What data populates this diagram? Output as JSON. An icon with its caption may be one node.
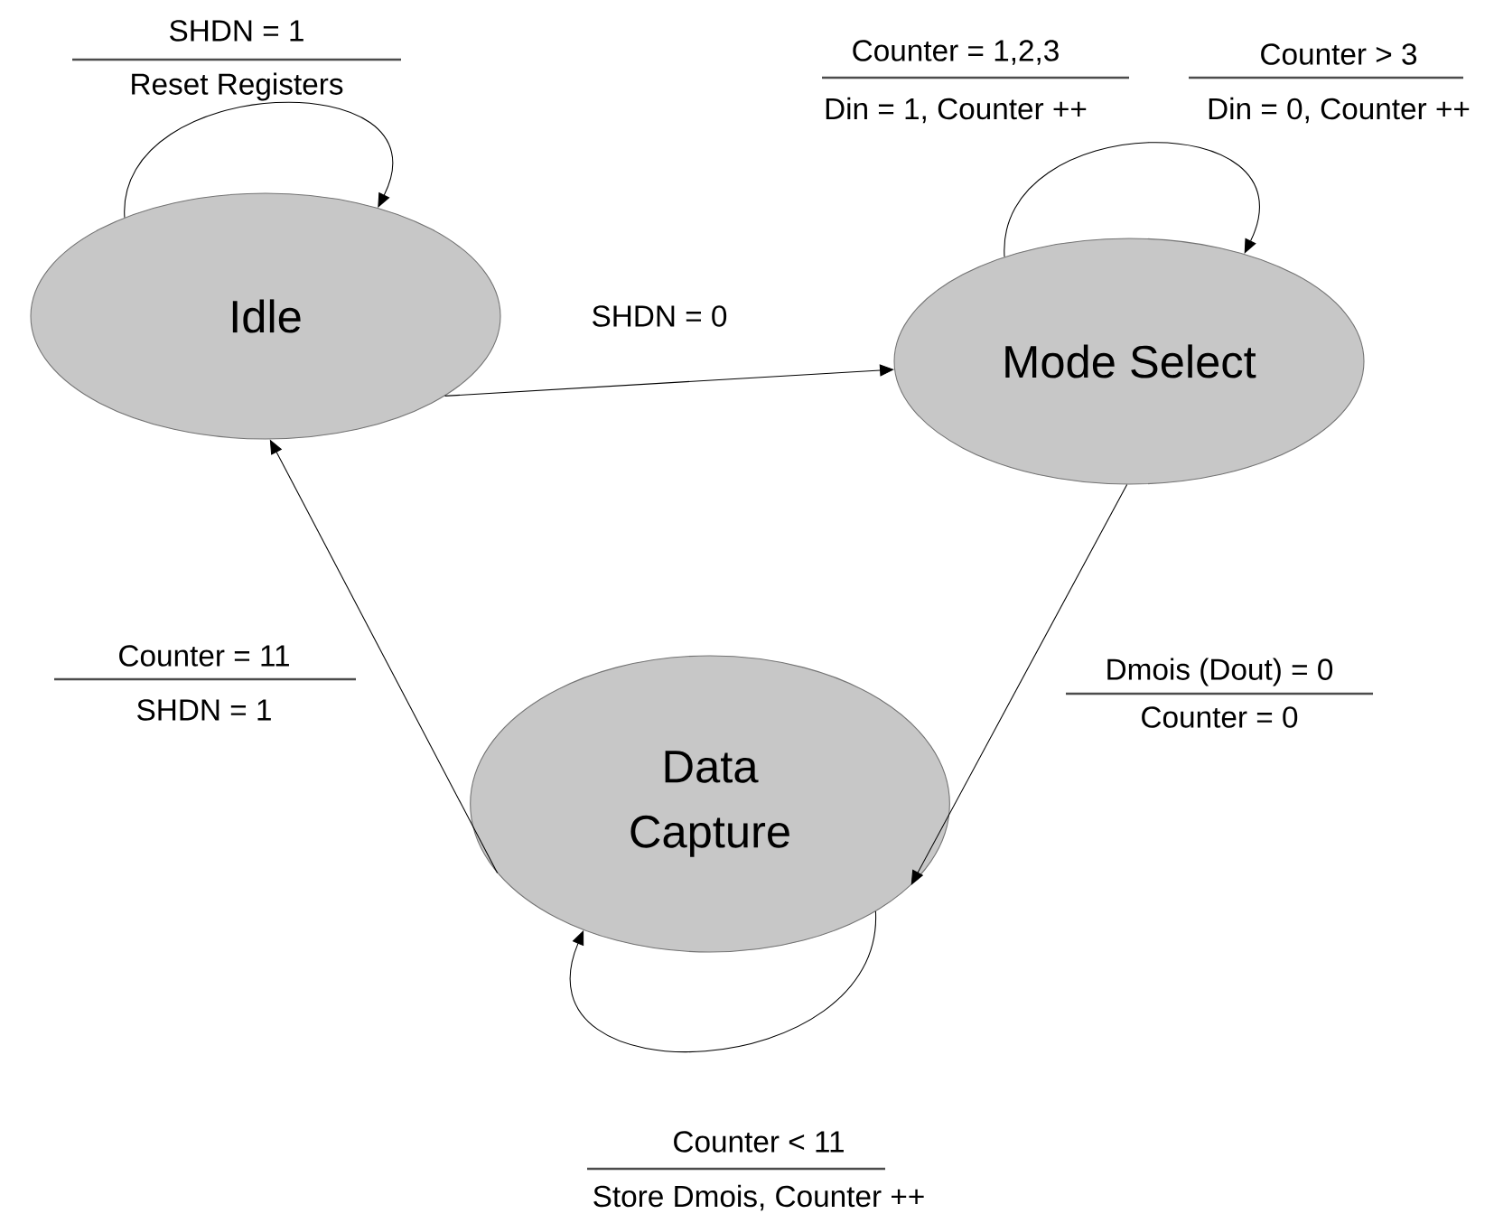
{
  "diagram": {
    "nodes": [
      {
        "text": [
          "Idle"
        ]
      },
      {
        "text": [
          "Mode Select"
        ]
      },
      {
        "text": [
          "Data Capture"
        ]
      }
    ],
    "edges": [
      {
        "from": 0,
        "to": 0,
        "arrow": "to",
        "label": "SHDN = 1"
      },
      {
        "from": 0,
        "to": 1,
        "arrow": "to",
        "label": "SHDN = 0"
      },
      {
        "from": 1,
        "to": 1,
        "arrow": "to",
        "label": "Counter = 1,2,3"
      },
      {
        "from": 1,
        "to": 2,
        "arrow": "to",
        "label": "Dmois (Dout) = 0"
      },
      {
        "from": 2,
        "to": 0,
        "arrow": "to",
        "label": "Counter = 11"
      },
      {
        "from": 2,
        "to": 2,
        "arrow": "to",
        "label": "Counter < 11"
      }
    ],
    "labels": [
      "Reset Registers",
      "Din = 1, Counter ++",
      "Counter > 3",
      "Din = 0, Counter ++",
      "Counter = 0",
      "SHDN = 1",
      "Store Dmois, Counter ++"
    ]
  }
}
